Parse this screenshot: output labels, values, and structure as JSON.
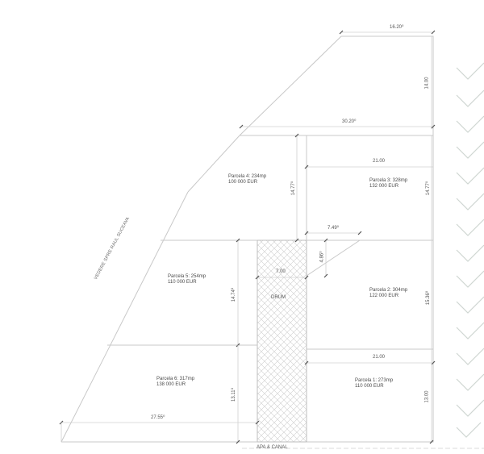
{
  "plan": {
    "river_view_label": "VEDERE SPRE RAUL SUCEAVA",
    "road_label": "DRUM",
    "utility_label": "APA & CANAL",
    "parcels": [
      {
        "id": 1,
        "name": "Parcela 1: 273mp",
        "price": "110 000 EUR"
      },
      {
        "id": 2,
        "name": "Parcela 2: 304mp",
        "price": "122 000 EUR"
      },
      {
        "id": 3,
        "name": "Parcela 3: 328mp",
        "price": "132 000 EUR"
      },
      {
        "id": 4,
        "name": "Parcela 4: 234mp",
        "price": "100 000 EUR"
      },
      {
        "id": 5,
        "name": "Parcela 5: 254mp",
        "price": "110 000 EUR"
      },
      {
        "id": 6,
        "name": "Parcela 6: 317mp",
        "price": "138 000 EUR"
      }
    ],
    "dimensions": {
      "top_width": "16.20⁰",
      "top_height": "14.00",
      "upper_width": "30.20⁰",
      "parcel3_width": "21.00",
      "parcel4_height": "14.77⁰",
      "parcel3_height": "14.77⁰",
      "chamfer_width": "7.49⁰",
      "chamfer_height": "4.86⁰",
      "road_width": "7.00",
      "parcel5_height": "14.74⁰",
      "parcel2_height": "15.36⁰",
      "parcel1_width": "21.00",
      "parcel6_height": "13.11⁰",
      "bottom_width": "27.55⁰",
      "parcel1_height": "13.00"
    },
    "colors": {
      "line": "#c8c8c8",
      "text": "#4a4a4a",
      "hatch": "#c0c0c0",
      "background": "#ffffff"
    }
  }
}
